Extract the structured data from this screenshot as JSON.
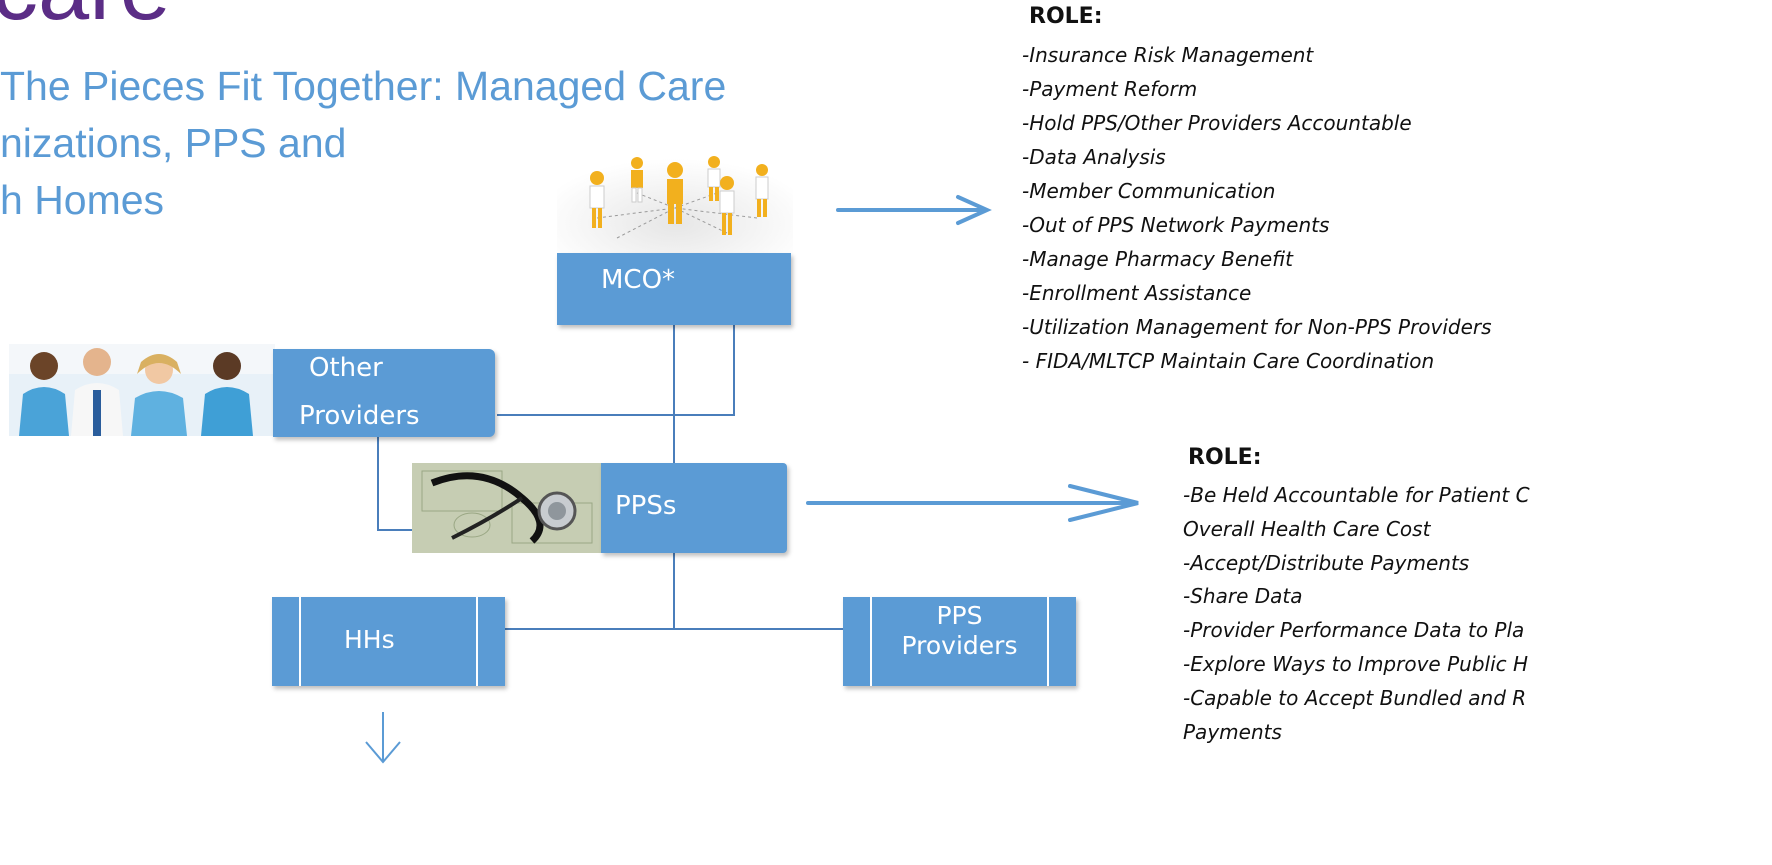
{
  "title": {
    "big": "care",
    "subtitle_lines": [
      "The Pieces Fit Together: Managed Care",
      "nizations, PPS and",
      "h Homes"
    ]
  },
  "nodes": {
    "mco": "MCO*",
    "other_providers_line1": "Other",
    "other_providers_line2": "Providers",
    "ppss": "PPSs",
    "hhs": "HHs",
    "pps_providers_line1": "PPS",
    "pps_providers_line2": "Providers"
  },
  "images": {
    "mco": "people-network-image",
    "other_providers": "doctors-group-image",
    "ppss": "stethoscope-money-image"
  },
  "roles": {
    "mco": {
      "heading": "ROLE:",
      "items": [
        "-Insurance Risk Management",
        "-Payment Reform",
        "-Hold PPS/Other Providers Accountable",
        "-Data Analysis",
        "-Member Communication",
        "-Out of PPS Network Payments",
        "-Manage Pharmacy Benefit",
        "-Enrollment Assistance",
        "-Utilization Management for Non-PPS Providers",
        "- FIDA/MLTCP Maintain Care Coordination"
      ]
    },
    "pps": {
      "heading": "ROLE:",
      "items": [
        "-Be Held Accountable for Patient C",
        "Overall Health Care Cost",
        "-Accept/Distribute Payments",
        "-Share Data",
        "-Provider Performance Data to Pla",
        "-Explore Ways to Improve Public H",
        "-Capable to Accept Bundled and R",
        "Payments"
      ]
    }
  },
  "colors": {
    "accent": "#5b9bd5",
    "title": "#5b2d86",
    "connector": "#4a7ebb"
  }
}
